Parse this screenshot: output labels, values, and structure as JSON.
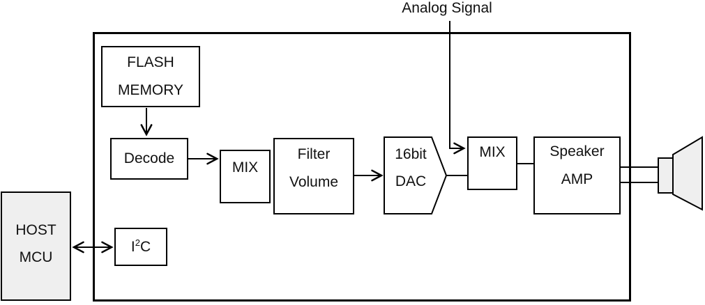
{
  "diagram": {
    "analog_signal_label": "Analog Signal",
    "colors": {
      "line": "#000000",
      "box_fill": "#ffffff",
      "shaded_fill": "#efefef",
      "text": "#111111"
    },
    "blocks": {
      "flash_memory": {
        "line1": "FLASH",
        "line2": "MEMORY"
      },
      "decode": {
        "label": "Decode"
      },
      "mix1": {
        "label": "MIX"
      },
      "filter_volume": {
        "line1": "Filter",
        "line2": "Volume"
      },
      "dac": {
        "line1": "16bit",
        "line2": "DAC"
      },
      "mix2": {
        "label": "MIX"
      },
      "speaker_amp": {
        "line1": "Speaker",
        "line2": "AMP"
      },
      "host_mcu": {
        "line1": "HOST",
        "line2": "MCU"
      },
      "i2c": {
        "base": "I",
        "sup": "2",
        "rest": "C"
      }
    }
  }
}
